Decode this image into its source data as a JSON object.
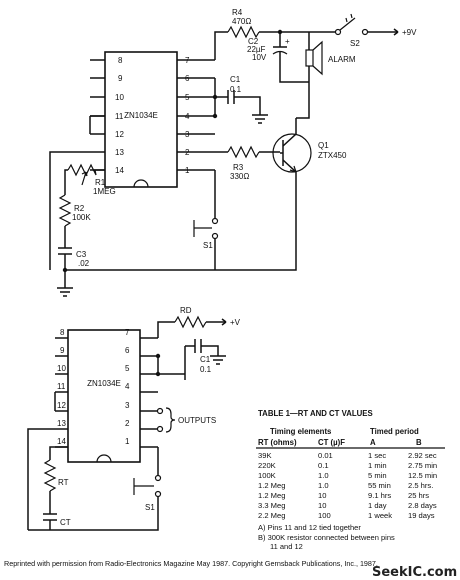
{
  "circuit1": {
    "ic_label": "ZN1034E",
    "pins_left": [
      "8",
      "9",
      "10",
      "11",
      "12",
      "13",
      "14"
    ],
    "pins_right": [
      "7",
      "6",
      "5",
      "4",
      "3",
      "2",
      "1"
    ],
    "r4_name": "R4",
    "r4_value": "470Ω",
    "c2_name": "C2",
    "c2_value1": "22µF",
    "c2_value2": "10V",
    "c2_plus": "+",
    "s2_name": "S2",
    "supply": "+9V",
    "alarm": "ALARM",
    "c1_name": "C1",
    "c1_value": "0.1",
    "r3_name": "R3",
    "r3_value": "330Ω",
    "q1_name": "Q1",
    "q1_type": "ZTX450",
    "r1_name": "R1",
    "r1_value": "1MEG",
    "r2_name": "R2",
    "r2_value": "100K",
    "c3_name": "C3",
    "c3_value": ".02",
    "s1_name": "S1"
  },
  "circuit2": {
    "ic_label": "ZN1034E",
    "pins_left": [
      "8",
      "9",
      "10",
      "11",
      "12",
      "13",
      "14"
    ],
    "pins_right": [
      "7",
      "6",
      "5",
      "4",
      "3",
      "2",
      "1"
    ],
    "rd_name": "RD",
    "supply": "+V",
    "c1_name": "C1",
    "c1_value": "0.1",
    "outputs": "OUTPUTS",
    "rt_name": "RT",
    "ct_name": "CT",
    "s1_name": "S1"
  },
  "table": {
    "title": "TABLE 1—RT AND CT VALUES",
    "timing_elements": "Timing elements",
    "timed_period": "Timed period",
    "col_rt": "RT (ohms)",
    "col_ct": "CT (µ)F",
    "col_a": "A",
    "col_b": "B",
    "rows": [
      [
        "39K",
        "0.01",
        "1 sec",
        "2.92 sec"
      ],
      [
        "220K",
        "0.1",
        "1 min",
        "2.75 min"
      ],
      [
        "100K",
        "1.0",
        "5 min",
        "12.5 min"
      ],
      [
        "1.2 Meg",
        "1.0",
        "55 min",
        "2.5 hrs."
      ],
      [
        "1.2 Meg",
        "10",
        "9.1 hrs",
        "25 hrs"
      ],
      [
        "3.3 Meg",
        "10",
        "1 day",
        "2.8 days"
      ],
      [
        "2.2 Meg",
        "100",
        "1 week",
        "19 days"
      ]
    ],
    "note_a": "A) Pins 11 and 12 tied together",
    "note_b1": "B) 300K resistor connected between pins",
    "note_b2": "11 and 12"
  },
  "footer": {
    "credit": "Reprinted with permission from Radio-Electronics Magazine May 1987. Copyright Gernsback Publications, Inc., 1987.",
    "watermark": "SeekIC.com"
  }
}
